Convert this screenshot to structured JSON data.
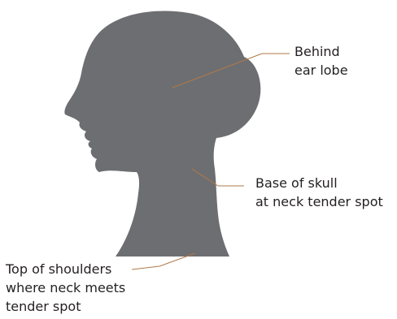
{
  "colors": {
    "silhouette": "#6d6e71",
    "leader_line": "#b07a48",
    "text": "#231f20",
    "background": "#ffffff"
  },
  "labels": {
    "behind_ear": [
      "Behind",
      "ear lobe"
    ],
    "base_of_skull": [
      "Base of skull",
      "at neck tender spot"
    ],
    "top_of_shoulders": [
      "Top of shoulders",
      "where neck meets",
      "tender spot"
    ]
  }
}
